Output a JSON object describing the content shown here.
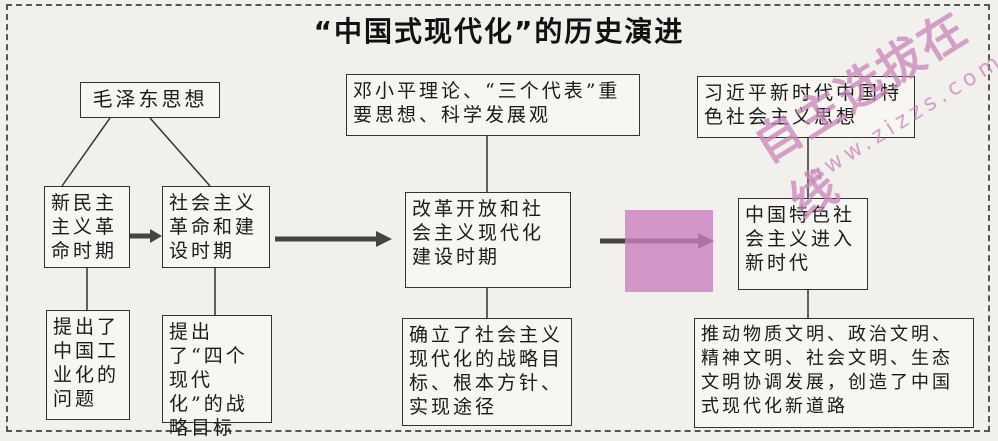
{
  "title": "“中国式现代化”的历史演进",
  "stage1": {
    "theory": "毛泽东思想",
    "period_a": "新民主主义革命时期",
    "period_b": "社会主义革命和建设时期",
    "result_a": "提出了中国工业化的问题",
    "result_b": "提出了“四个现代化”的战略目标"
  },
  "stage2": {
    "theory": "邓小平理论、“三个代表”重要思想、科学发展观",
    "period": "改革开放和社会主义现代化建设时期",
    "result": "确立了社会主义现代化的战略目标、根本方针、实现途径"
  },
  "stage3": {
    "theory": "习近平新时代中国特色社会主义思想",
    "period": "中国特色社会主义进入新时代",
    "result": "推动物质文明、政治文明、精神文明、社会文明、生态文明协调发展，创造了中国式现代化新道路"
  },
  "watermark": {
    "text": "自主选拔在线",
    "url": "www.zizzs.com",
    "color": "#c985b8"
  }
}
